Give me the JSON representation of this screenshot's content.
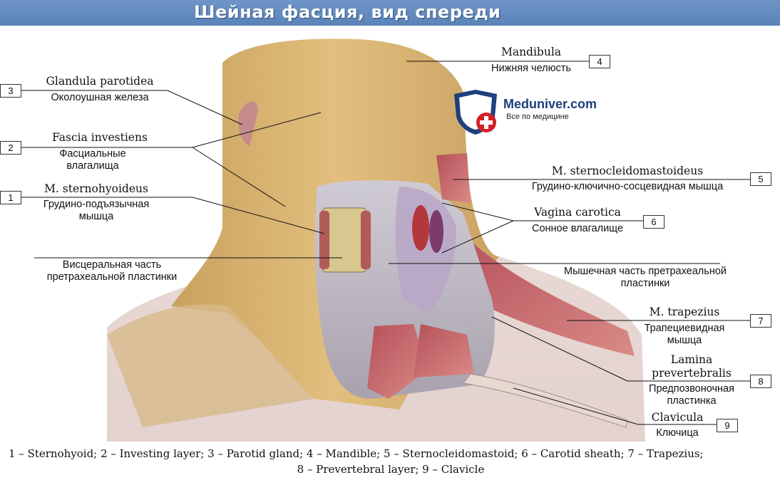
{
  "title": "Шейная фасция, вид спереди",
  "logo": {
    "brand": "Meduniver.com",
    "tagline": "Все по медицине"
  },
  "labels": {
    "l1": {
      "number": "1",
      "latin": "M. sternohyoideus",
      "russian": "Грудино-подъязычная мышца"
    },
    "l2": {
      "number": "2",
      "latin": "Fascia investiens",
      "russian": "Фасциальные влагалища"
    },
    "l3": {
      "number": "3",
      "latin": "Glandula parotidea",
      "russian": "Околоушная железа"
    },
    "l4": {
      "number": "4",
      "latin": "Mandibula",
      "russian": "Нижняя челюсть"
    },
    "l5": {
      "number": "5",
      "latin": "M. sternocleidomastoideus",
      "russian": "Грудино-ключично-сосцевидная мышца"
    },
    "l6": {
      "number": "6",
      "latin": "Vagina carotica",
      "russian": "Сонное влагалище"
    },
    "l7": {
      "number": "7",
      "latin": "M. trapezius",
      "russian": "Трапециевидная мышца"
    },
    "l8": {
      "number": "8",
      "latin": "Lamina prevertebralis",
      "russian": "Предпозвоночная пластинка"
    },
    "l9": {
      "number": "9",
      "latin": "Clavicula",
      "russian": "Ключица"
    },
    "visceral": "Висцеральная часть претрахеальной пластинки",
    "muscular": "Мышечная часть претрахеальной пластинки"
  },
  "caption": {
    "line1": "1 – Sternohyoid; 2 – Investing layer; 3 – Parotid gland; 4 – Mandible; 5 – Sternocleidomastoid; 6 – Carotid sheath; 7 – Trapezius;",
    "line2": "8 – Prevertebral layer; 9 – Clavicle"
  }
}
